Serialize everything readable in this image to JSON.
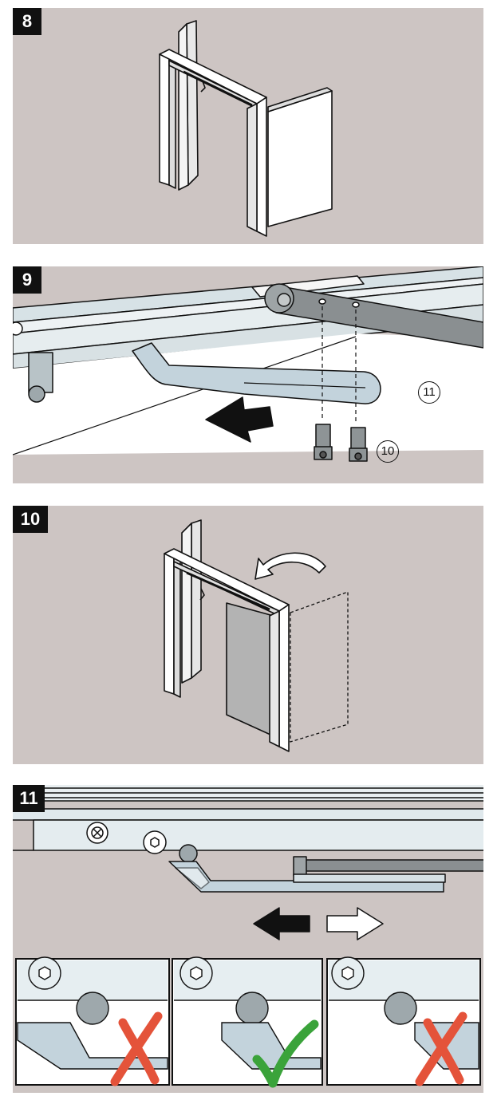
{
  "steps": [
    {
      "number": "8"
    },
    {
      "number": "9",
      "callouts": [
        "11",
        "10"
      ]
    },
    {
      "number": "10"
    },
    {
      "number": "11"
    }
  ],
  "status_colors": {
    "correct": "#3aa33a",
    "incorrect": "#e4533a"
  },
  "insets": [
    {
      "status": "incorrect",
      "icon": "cross-mark-icon"
    },
    {
      "status": "correct",
      "icon": "check-mark-icon"
    },
    {
      "status": "incorrect",
      "icon": "cross-mark-icon"
    }
  ]
}
